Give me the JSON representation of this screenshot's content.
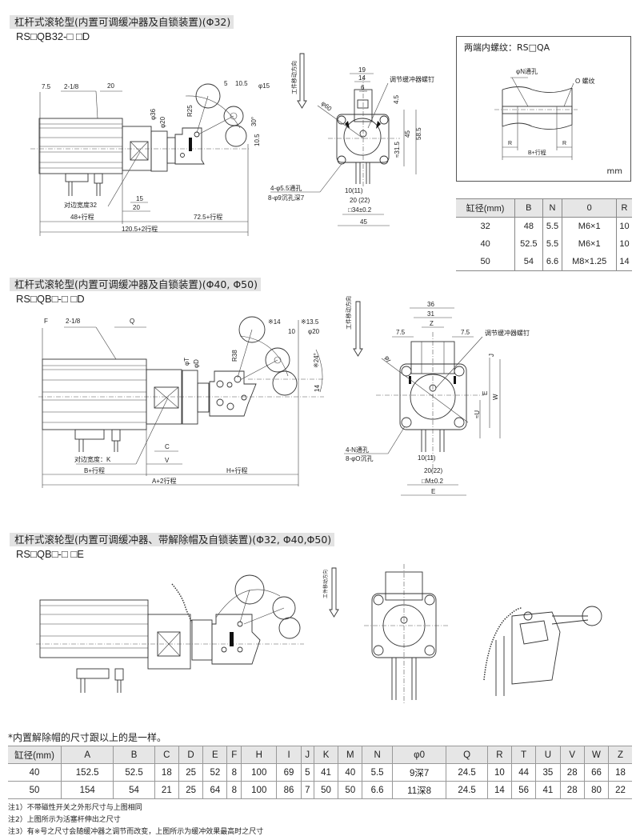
{
  "sections": [
    {
      "title": "杠杆式滚轮型(内置可调缓冲器及自锁装置)(Φ32)",
      "model": "RS□QB32-□ □D"
    },
    {
      "title": "杠杆式滚轮型(内置可调缓冲器及自锁装置)(Φ40, Φ50)",
      "model": "RS□QB□-□ □D"
    },
    {
      "title": "杠杆式滚轮型(内置可调缓冲器、带解除帽及自锁装置)(Φ32, Φ40,Φ50)",
      "model": "RS□QB□-□ □E"
    }
  ],
  "drawing1": {
    "side": [
      "7.5",
      "2-1/8",
      "20",
      "φ36",
      "φ20",
      "R25",
      "5",
      "10.5",
      "φ15",
      "30°",
      "10.5",
      "对边宽度32",
      "15",
      "20",
      "48+行程",
      "72.5+行程",
      "120.5+2行程"
    ],
    "front": [
      "工件移动方向",
      "19",
      "14",
      "6",
      "调节缓冲器螺钉",
      "4.5",
      "45",
      "58.5",
      "≈31.5",
      "φ60",
      "4-φ5.5通孔",
      "8-φ9沉孔深7",
      "10(11)",
      "20 (22)",
      "□34±0.2",
      "45"
    ]
  },
  "thread_box": {
    "title": "两端内螺纹：RS□QA",
    "hole_label": "φN通孔",
    "thread_label": "O 螺纹",
    "r_left": "R",
    "r_right": "R",
    "length_label": "B+行程",
    "unit": "mm"
  },
  "table_small": {
    "headers": [
      "缸径(mm)",
      "B",
      "N",
      "0",
      "R"
    ],
    "rows": [
      [
        "32",
        "48",
        "5.5",
        "M6×1",
        "10"
      ],
      [
        "40",
        "52.5",
        "5.5",
        "M6×1",
        "10"
      ],
      [
        "50",
        "54",
        "6.6",
        "M8×1.25",
        "14"
      ]
    ]
  },
  "drawing2": {
    "side": [
      "F",
      "2-1/8",
      "Q",
      "φT",
      "φD",
      "R38",
      "※14",
      "※13.5",
      "10",
      "φ20",
      "※24°",
      "14",
      "C",
      "V",
      "对边宽度：K",
      "B+行程",
      "H+行程",
      "A+2行程"
    ],
    "front": [
      "工件移动方向",
      "36",
      "31",
      "Z",
      "7.5",
      "7.5",
      "调节缓冲器螺钉",
      "J",
      "φI",
      "E",
      "W",
      "≈U",
      "4-N通孔",
      "8-φO沉孔",
      "10(11)",
      "20(22)",
      "□M±0.2",
      "E"
    ]
  },
  "drawing3": {
    "front": [
      "工件移动方向"
    ]
  },
  "note_same": "*内置解除帽的尺寸跟以上的是一样。",
  "table_main": {
    "headers": [
      "缸径(mm)",
      "A",
      "B",
      "C",
      "D",
      "E",
      "F",
      "H",
      "I",
      "J",
      "K",
      "M",
      "N",
      "φ0",
      "Q",
      "R",
      "T",
      "U",
      "V",
      "W",
      "Z"
    ],
    "rows": [
      [
        "40",
        "152.5",
        "52.5",
        "18",
        "25",
        "52",
        "8",
        "100",
        "69",
        "5",
        "41",
        "40",
        "5.5",
        "9深7",
        "24.5",
        "10",
        "44",
        "35",
        "28",
        "66",
        "18"
      ],
      [
        "50",
        "154",
        "54",
        "21",
        "25",
        "64",
        "8",
        "100",
        "86",
        "7",
        "50",
        "50",
        "6.6",
        "11深8",
        "24.5",
        "14",
        "56",
        "41",
        "28",
        "80",
        "22"
      ]
    ]
  },
  "notes": [
    "注1）不带磁性开关之外形尺寸与上图相同",
    "注2）上图所示为活塞杆伸出之尺寸",
    "注3）有※号之尺寸会随缓冲器之调节而改变，上图所示为缓冲效果最高时之尺寸"
  ]
}
